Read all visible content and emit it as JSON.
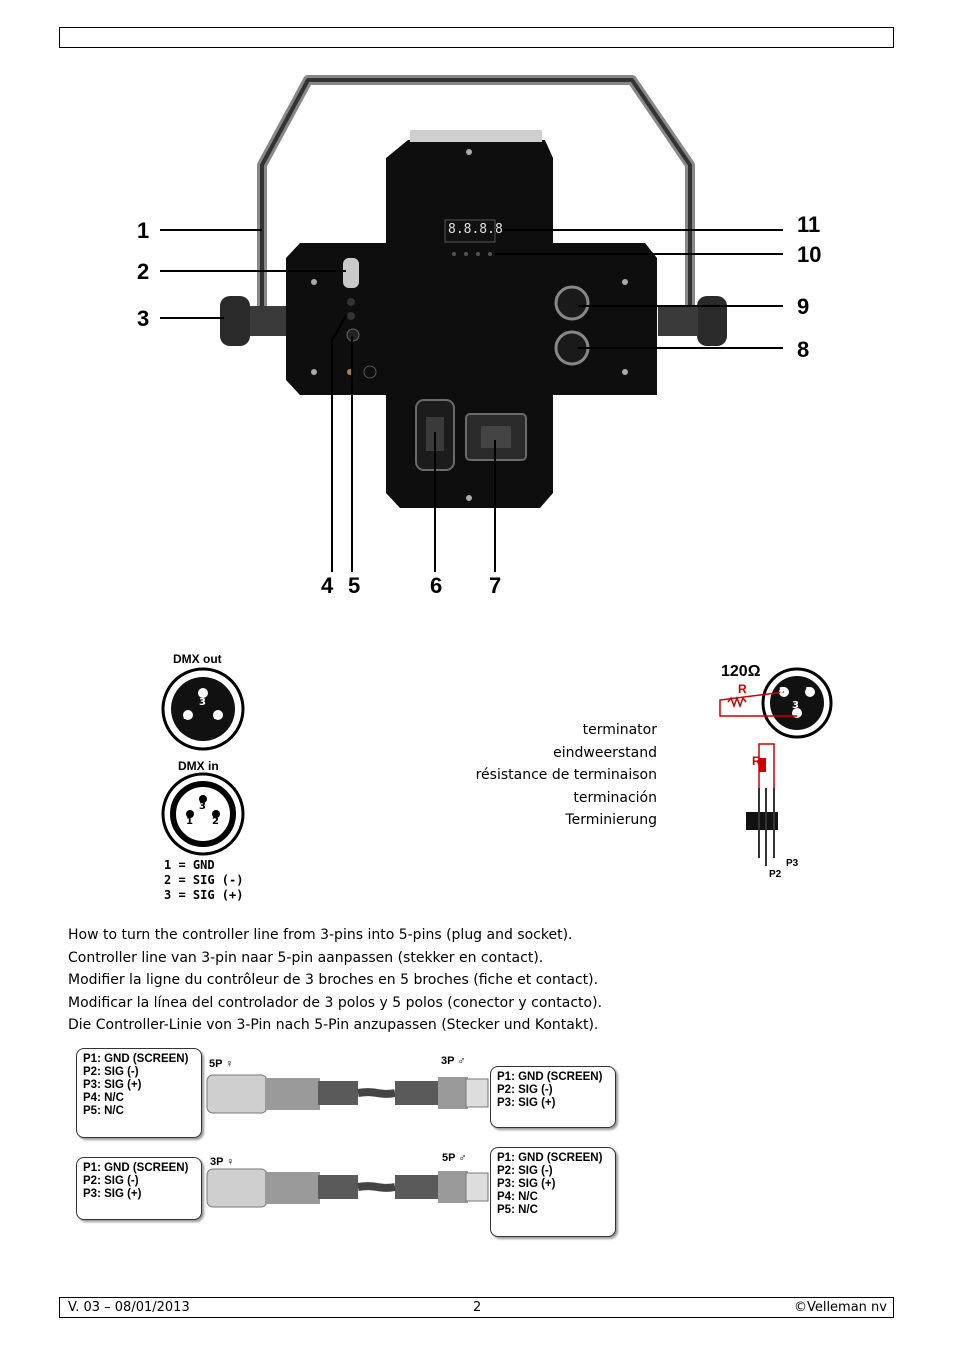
{
  "footer": {
    "version": "V. 03 – 08/01/2013",
    "page": "2",
    "copyright": "©Velleman nv"
  },
  "callouts": [
    "1",
    "2",
    "3",
    "4",
    "5",
    "6",
    "7",
    "8",
    "9",
    "10",
    "11"
  ],
  "display_readout": "8.8.8.8",
  "dmx": {
    "out_title": "DMX out",
    "in_title": "DMX in",
    "pins": [
      "1",
      "2",
      "3"
    ],
    "legend": [
      "1 = GND",
      "2 = SIG (-)",
      "3 = SIG (+)"
    ]
  },
  "terminator": {
    "ohms": "120Ω",
    "r_label": "R",
    "p2": "P2",
    "p3": "P3",
    "translations": [
      "terminator",
      "eindweerstand",
      "résistance de terminaison",
      "terminación",
      "Terminierung"
    ]
  },
  "instructions": [
    "How to turn the controller line from 3-pins into 5-pins (plug and socket).",
    "Controller line van 3-pin naar 5-pin aanpassen (stekker en contact).",
    "Modifier la ligne du contrôleur de 3 broches en 5 broches (fiche et contact).",
    "Modificar la línea del controlador de 3 polos y 5 polos (conector y contacto).",
    "Die Controller-Linie von 3-Pin nach 5-Pin anzupassen (Stecker und Kontakt)."
  ],
  "cable_top": {
    "left_label": "5P ♀",
    "right_label": "3P ♂",
    "left_pins": [
      "P1: GND (SCREEN)",
      "P2: SIG (-)",
      "P3: SIG (+)",
      "P4: N/C",
      "P5: N/C"
    ],
    "right_pins": [
      "P1: GND (SCREEN)",
      "P2: SIG (-)",
      "P3: SIG (+)"
    ]
  },
  "cable_bottom": {
    "left_label": "3P ♀",
    "right_label": "5P ♂",
    "left_pins": [
      "P1: GND (SCREEN)",
      "P2: SIG (-)",
      "P3: SIG (+)"
    ],
    "right_pins": [
      "P1: GND (SCREEN)",
      "P2: SIG (-)",
      "P3: SIG (+)",
      "P4: N/C",
      "P5: N/C"
    ]
  }
}
